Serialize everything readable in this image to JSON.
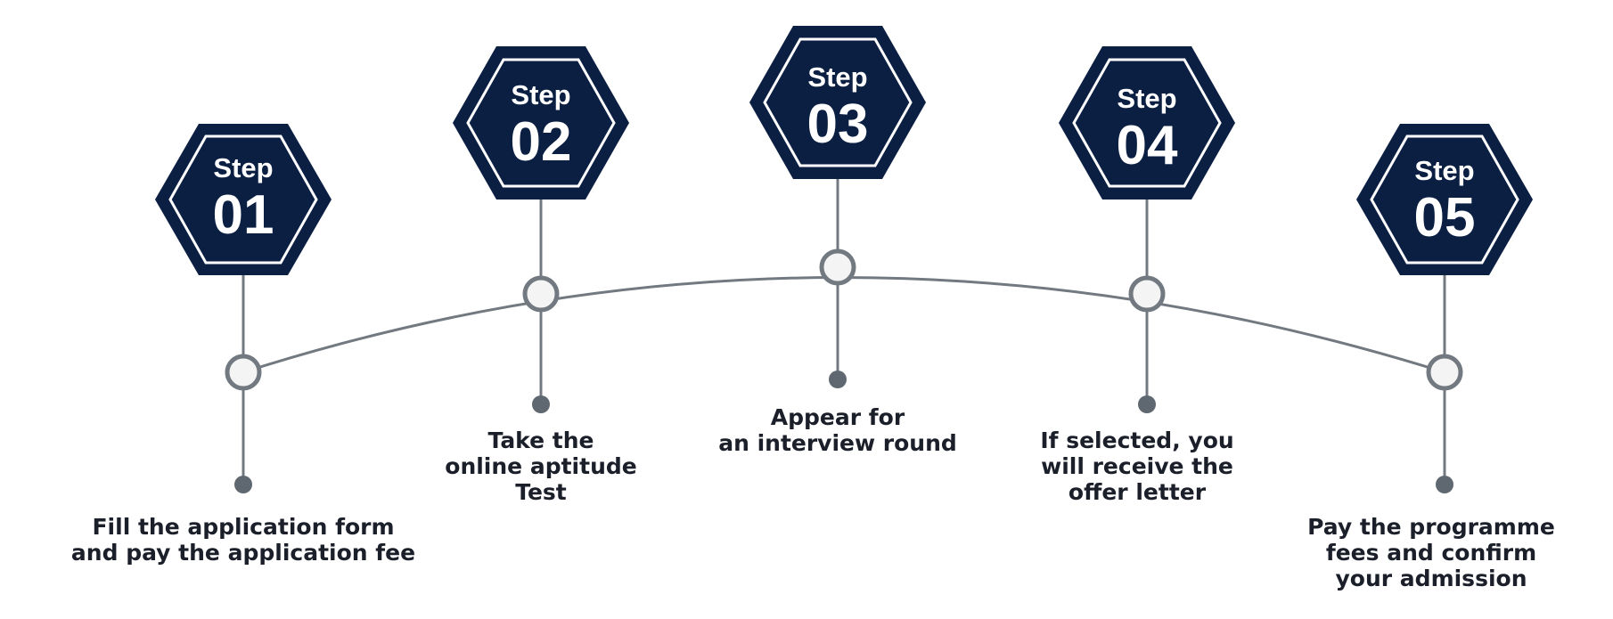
{
  "colors": {
    "hexagon_fill": "#0b1f43",
    "hexagon_inner_border": "#ffffff",
    "line": "#737980",
    "node_fill": "#f4f4f4",
    "end_dot": "#5f6770",
    "text": "#1b1f2a"
  },
  "steps": [
    {
      "word": "Step",
      "number": "01",
      "caption": [
        "Fill the application form",
        "and pay the application fee"
      ]
    },
    {
      "word": "Step",
      "number": "02",
      "caption": [
        "Take the",
        "online aptitude",
        "Test"
      ]
    },
    {
      "word": "Step",
      "number": "03",
      "caption": [
        "Appear for",
        "an interview round"
      ]
    },
    {
      "word": "Step",
      "number": "04",
      "caption": [
        "If selected, you",
        "will receive the",
        "offer letter"
      ]
    },
    {
      "word": "Step",
      "number": "05",
      "caption": [
        "Pay the programme",
        "fees and confirm",
        "your admission"
      ]
    }
  ]
}
